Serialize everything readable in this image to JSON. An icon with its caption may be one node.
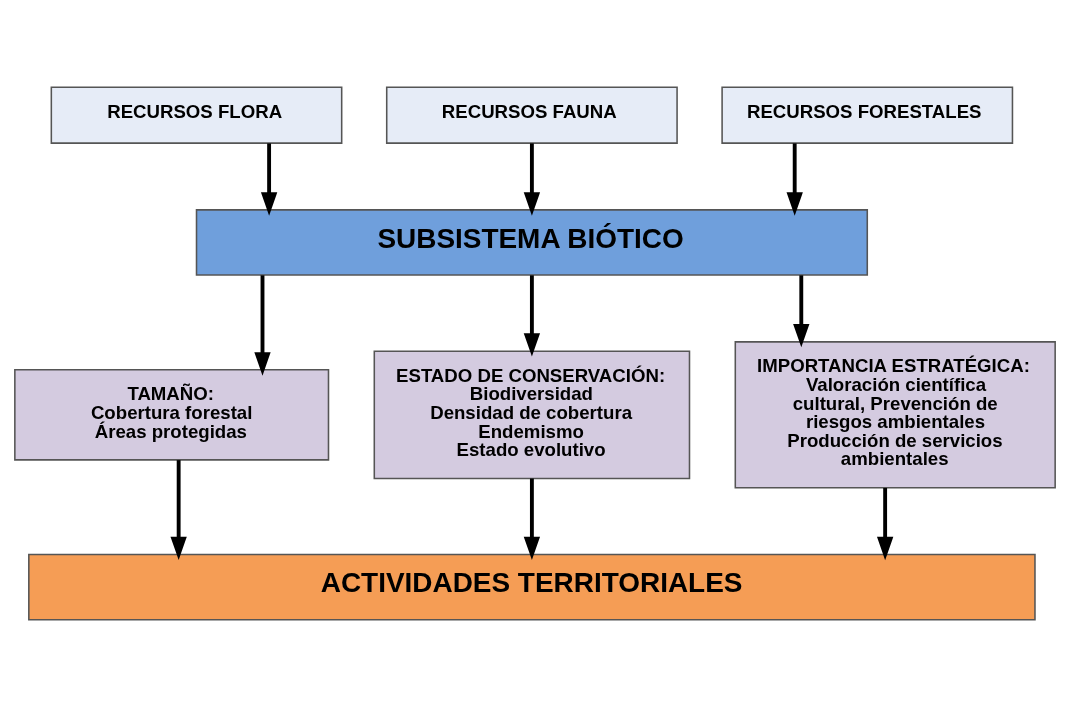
{
  "diagram": {
    "nodes": [
      {
        "text": [
          "RECURSOS FLORA"
        ]
      },
      {
        "text": [
          "RECURSOS FAUNA"
        ]
      },
      {
        "text": [
          "RECURSOS FORESTALES"
        ]
      },
      {
        "text": [
          "SUBSISTEMA BIÓTICO"
        ]
      },
      {
        "text": [
          "TAMAÑO:",
          "Cobertura forestal",
          "Áreas protegidas"
        ]
      },
      {
        "text": [
          "ESTADO DE CONSERVACIÓN:",
          "Biodiversidad",
          "Densidad de cobertura",
          "Endemismo",
          "Estado evolutivo"
        ]
      },
      {
        "text": [
          "IMPORTANCIA ESTRATÉGICA:",
          "Valoración científica cultural, Prevención de riesgos ambientales",
          "Producción de servicios ambientales"
        ]
      },
      {
        "text": [
          "ACTIVIDADES TERRITORIALES"
        ]
      }
    ],
    "edges": [
      {
        "from": 0,
        "to": 3,
        "arrow": "to"
      },
      {
        "from": 1,
        "to": 3,
        "arrow": "to"
      },
      {
        "from": 2,
        "to": 3,
        "arrow": "to"
      },
      {
        "from": 3,
        "to": 4,
        "arrow": "to"
      },
      {
        "from": 3,
        "to": 5,
        "arrow": "to"
      },
      {
        "from": 3,
        "to": 6,
        "arrow": "to"
      },
      {
        "from": 4,
        "to": 7,
        "arrow": "to"
      },
      {
        "from": 5,
        "to": 7,
        "arrow": "to"
      },
      {
        "from": 6,
        "to": 7,
        "arrow": "to"
      }
    ]
  }
}
